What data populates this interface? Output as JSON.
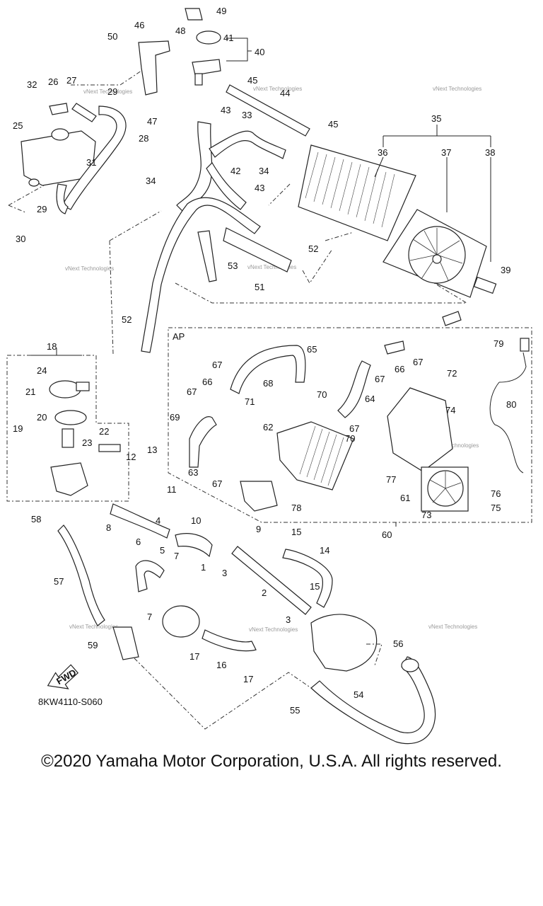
{
  "diagram": {
    "section_ap": "AP",
    "diagram_code": "8KW4110-S060",
    "fwd_label": "FWD",
    "watermark": "vNext Technologies",
    "callouts": [
      "1",
      "2",
      "3",
      "4",
      "5",
      "6",
      "7",
      "8",
      "9",
      "10",
      "11",
      "12",
      "13",
      "14",
      "15",
      "16",
      "17",
      "18",
      "19",
      "20",
      "21",
      "22",
      "23",
      "24",
      "25",
      "26",
      "27",
      "28",
      "29",
      "30",
      "31",
      "32",
      "33",
      "34",
      "35",
      "36",
      "37",
      "38",
      "39",
      "40",
      "41",
      "42",
      "43",
      "44",
      "45",
      "46",
      "47",
      "48",
      "49",
      "50",
      "51",
      "52",
      "53",
      "54",
      "55",
      "56",
      "57",
      "58",
      "59",
      "60",
      "61",
      "62",
      "63",
      "64",
      "65",
      "66",
      "67",
      "68",
      "69",
      "70",
      "71",
      "72",
      "73",
      "74",
      "75",
      "76",
      "77",
      "78",
      "79",
      "80"
    ]
  },
  "copyright": "©2020 Yamaha Motor Corporation, U.S.A. All rights reserved."
}
